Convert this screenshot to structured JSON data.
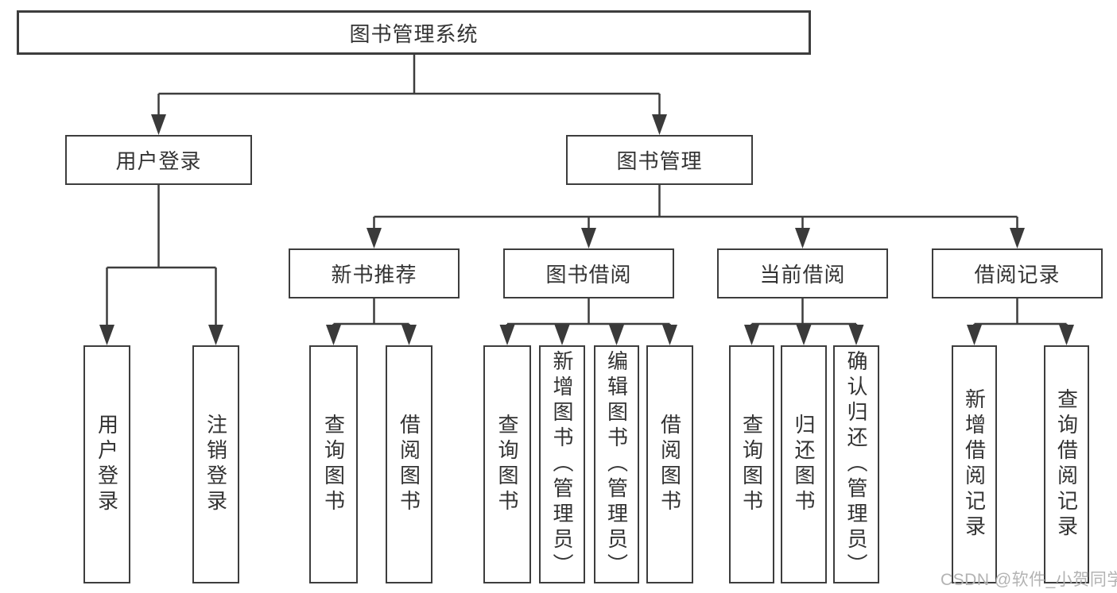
{
  "diagram": {
    "root": {
      "label": "图书管理系统"
    },
    "level2": [
      {
        "label": "用户登录"
      },
      {
        "label": "图书管理"
      }
    ],
    "level3": [
      {
        "label": "新书推荐"
      },
      {
        "label": "图书借阅"
      },
      {
        "label": "当前借阅"
      },
      {
        "label": "借阅记录"
      }
    ],
    "leaves": {
      "user_login": [
        {
          "label": "用户登录"
        },
        {
          "label": "注销登录"
        }
      ],
      "new_books": [
        {
          "label": "查询图书"
        },
        {
          "label": "借阅图书"
        }
      ],
      "book_borrow": [
        {
          "label": "查询图书"
        },
        {
          "label": "新增图书（管理员）"
        },
        {
          "label": "编辑图书（管理员）"
        },
        {
          "label": "借阅图书"
        }
      ],
      "current_borrow": [
        {
          "label": "查询图书"
        },
        {
          "label": "归还图书"
        },
        {
          "label": "确认归还（管理员）"
        }
      ],
      "borrow_records": [
        {
          "label": "新增借阅记录"
        },
        {
          "label": "查询借阅记录"
        }
      ]
    }
  },
  "watermark": {
    "text": "CSDN @软件_小贺同学"
  },
  "colors": {
    "border": "#3d3d3d",
    "line": "#3d3d3d",
    "arrow": "#3a3a3a",
    "text": "#333333",
    "background": "#ffffff",
    "watermark": "#b3b3b3"
  }
}
